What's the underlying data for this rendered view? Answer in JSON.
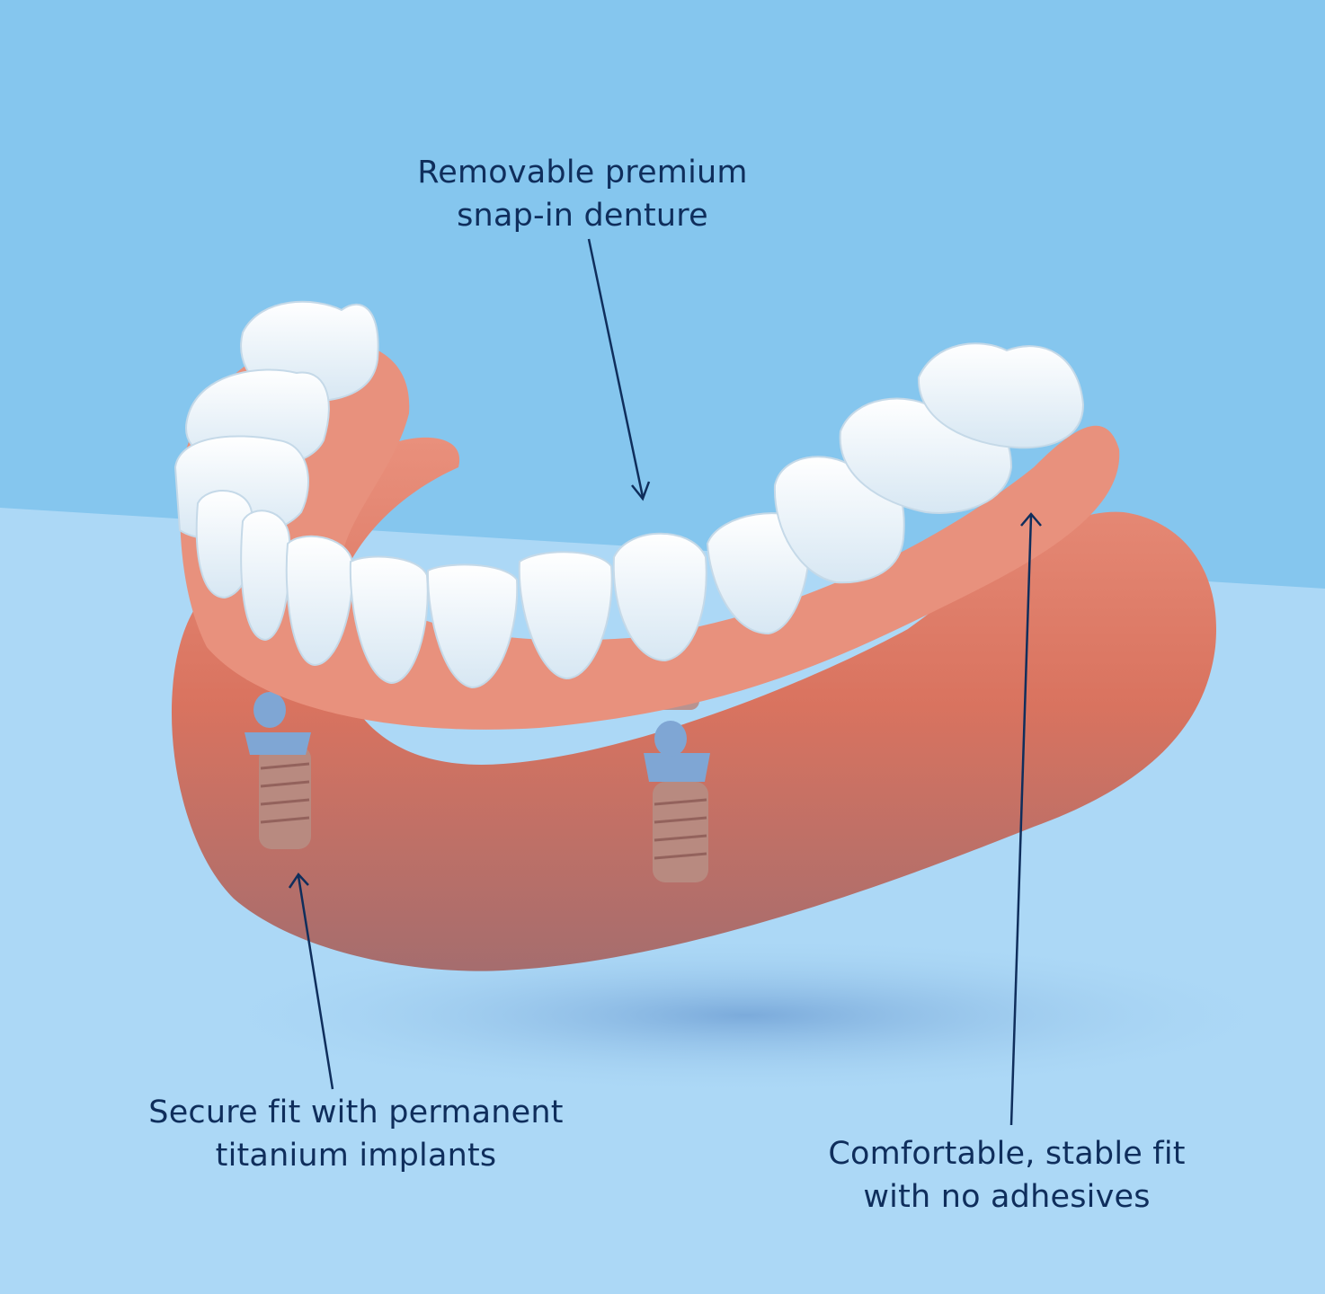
{
  "labels": {
    "denture": {
      "line1": "Removable premium",
      "line2": "snap-in denture"
    },
    "implants": {
      "line1": "Secure fit with permanent",
      "line2": "titanium implants"
    },
    "fit": {
      "line1": "Comfortable, stable fit",
      "line2": "with no adhesives"
    }
  },
  "colors": {
    "wall": "#85c6ee",
    "floor": "#acd8f6",
    "gum": "#e08470",
    "tooth": "#eef6fb",
    "implant": "#b88a80",
    "abutment": "#7fa6d4",
    "text": "#0f2e5c"
  }
}
